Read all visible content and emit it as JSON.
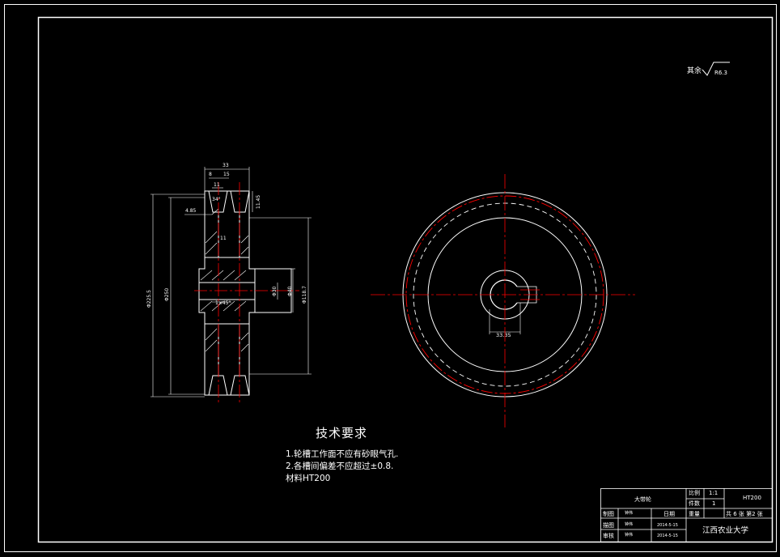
{
  "surface_roughness": {
    "label": "其余",
    "value": "R6.3"
  },
  "dimensions": {
    "overall_width": "33",
    "groove_pitch": "15",
    "groove_edge": "8",
    "groove_top": "11",
    "groove_angle": "34°",
    "groove_depth": "11.45",
    "groove_radius": "4.85",
    "web_thickness": "11",
    "outer_diameter": "Φ225.5",
    "pitch_diameter": "Φ250",
    "hub_diameter": "Φ118.7",
    "hub_outer": "Φ40",
    "bore_diameter": "Φ30",
    "chamfer": "1×45°",
    "keyway_depth": "33.35"
  },
  "technical_requirements": {
    "title": "技术要求",
    "items": [
      "1.轮槽工作面不应有砂眼气孔.",
      "2.各槽间偏差不应超过±0.8.",
      "材料HT200"
    ]
  },
  "title_block": {
    "part_name": "大带轮",
    "scale_label": "比例",
    "scale_value": "1:1",
    "count_label": "件数",
    "count_value": "1",
    "material": "HT200",
    "weight_label": "重量",
    "sheets": "共 6 张 第2 张",
    "drawn_by_label": "制图",
    "drawn_by": "钟伟",
    "date_label": "日期",
    "checked_by_label": "描图",
    "checked_by": "钟伟",
    "date1": "2014-5-15",
    "reviewed_by_label": "审核",
    "reviewed_by": "钟伟",
    "date2": "2014-5-15",
    "school": "江西农业大学"
  },
  "colors": {
    "outline": "#ffffff",
    "centerline": "#ff0000",
    "background": "#000000"
  }
}
